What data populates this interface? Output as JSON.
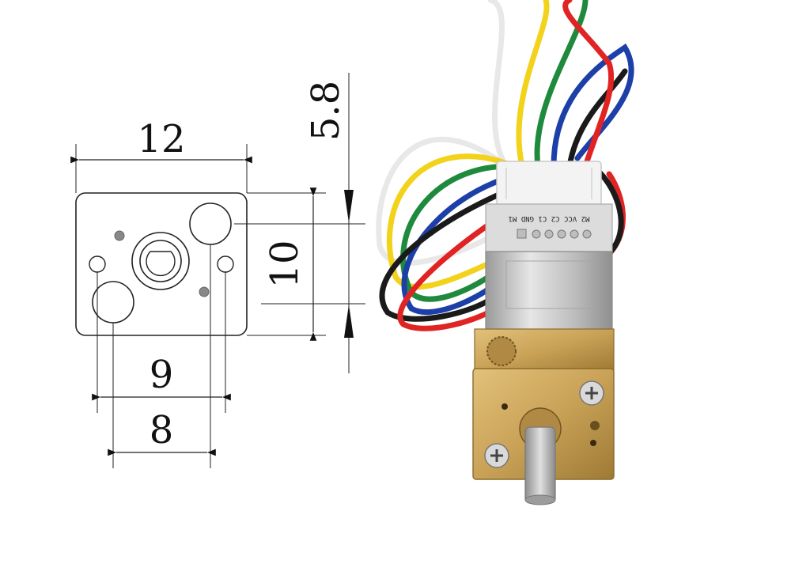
{
  "dimensions": {
    "width": "12",
    "height": "10",
    "offset": "5.8",
    "hole_spacing_outer": "9",
    "hole_spacing_inner": "8"
  },
  "pcb": {
    "pin_labels": "M2 VCC C2 C1 GND M1"
  },
  "wire_colors": {
    "white": "#f4f4f4",
    "yellow": "#f2d21b",
    "green": "#1f8a3c",
    "blue": "#1d3fa8",
    "black": "#1a1a1a",
    "red": "#e02424"
  },
  "colors": {
    "brass": "#c9a257",
    "motor_can": "#c8c8c8",
    "pcb": "#dcdcdc",
    "connector": "#f3f3f3",
    "line": "#222222"
  }
}
